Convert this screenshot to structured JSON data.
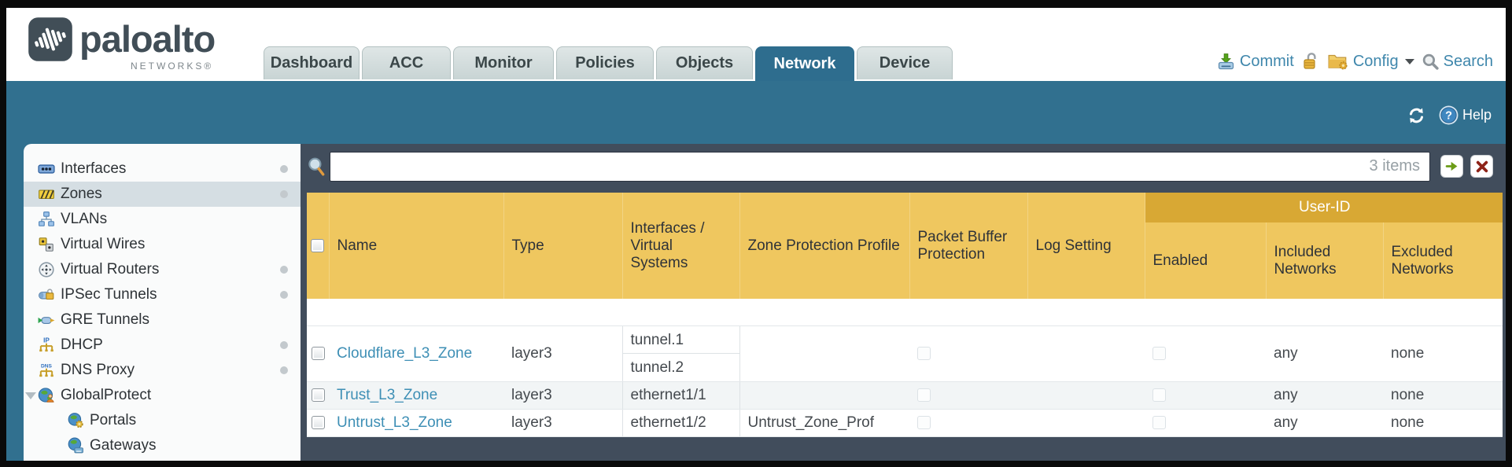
{
  "brand": {
    "name": "paloalto",
    "tagline": "NETWORKS®"
  },
  "nav_tabs": [
    {
      "label": "Dashboard",
      "active": false
    },
    {
      "label": "ACC",
      "active": false
    },
    {
      "label": "Monitor",
      "active": false
    },
    {
      "label": "Policies",
      "active": false
    },
    {
      "label": "Objects",
      "active": false
    },
    {
      "label": "Network",
      "active": true
    },
    {
      "label": "Device",
      "active": false
    }
  ],
  "quick_actions": {
    "commit": "Commit",
    "config": "Config",
    "search": "Search"
  },
  "page_tools": {
    "help": "Help"
  },
  "sidebar": {
    "items": [
      {
        "label": "Interfaces",
        "icon": "interfaces-icon",
        "has_dot": true,
        "selected": false
      },
      {
        "label": "Zones",
        "icon": "zones-icon",
        "has_dot": true,
        "selected": true
      },
      {
        "label": "VLANs",
        "icon": "vlans-icon",
        "has_dot": false,
        "selected": false
      },
      {
        "label": "Virtual Wires",
        "icon": "virtual-wires-icon",
        "has_dot": false,
        "selected": false
      },
      {
        "label": "Virtual Routers",
        "icon": "virtual-routers-icon",
        "has_dot": true,
        "selected": false
      },
      {
        "label": "IPSec Tunnels",
        "icon": "ipsec-tunnels-icon",
        "has_dot": true,
        "selected": false
      },
      {
        "label": "GRE Tunnels",
        "icon": "gre-tunnels-icon",
        "has_dot": false,
        "selected": false
      },
      {
        "label": "DHCP",
        "icon": "dhcp-icon",
        "has_dot": true,
        "selected": false
      },
      {
        "label": "DNS Proxy",
        "icon": "dns-proxy-icon",
        "has_dot": true,
        "selected": false
      },
      {
        "label": "GlobalProtect",
        "icon": "globalprotect-icon",
        "has_dot": false,
        "selected": false,
        "expanded": true
      },
      {
        "label": "Portals",
        "icon": "portals-icon",
        "has_dot": false,
        "selected": false,
        "indent": true
      },
      {
        "label": "Gateways",
        "icon": "gateways-icon",
        "has_dot": false,
        "selected": false,
        "indent": true
      }
    ]
  },
  "filter_bar": {
    "value": "",
    "count_label": "3 items"
  },
  "zones_table": {
    "group_header": "User-ID",
    "headers": {
      "name": "Name",
      "type": "Type",
      "interfaces": "Interfaces / Virtual Systems",
      "zone_protection": "Zone Protection Profile",
      "packet_buffer": "Packet Buffer Protection",
      "log_setting": "Log Setting",
      "enabled": "Enabled",
      "included": "Included Networks",
      "excluded": "Excluded Networks"
    },
    "rows": [
      {
        "name": "Cloudflare_L3_Zone",
        "type": "layer3",
        "interfaces": [
          "tunnel.1",
          "tunnel.2"
        ],
        "zone_protection": "",
        "log_setting": "",
        "included": "any",
        "excluded": "none"
      },
      {
        "name": "Trust_L3_Zone",
        "type": "layer3",
        "interfaces": [
          "ethernet1/1"
        ],
        "zone_protection": "",
        "log_setting": "",
        "included": "any",
        "excluded": "none"
      },
      {
        "name": "Untrust_L3_Zone",
        "type": "layer3",
        "interfaces": [
          "ethernet1/2"
        ],
        "zone_protection": "Untrust_Zone_Prof",
        "log_setting": "",
        "included": "any",
        "excluded": "none"
      }
    ]
  },
  "colors": {
    "band_teal": "#31708F",
    "panel_slate": "#414D5C",
    "header_gold": "#EFC75F",
    "group_gold": "#D8A834",
    "link_blue": "#3E8FB5",
    "logo_slate": "#414E57"
  }
}
